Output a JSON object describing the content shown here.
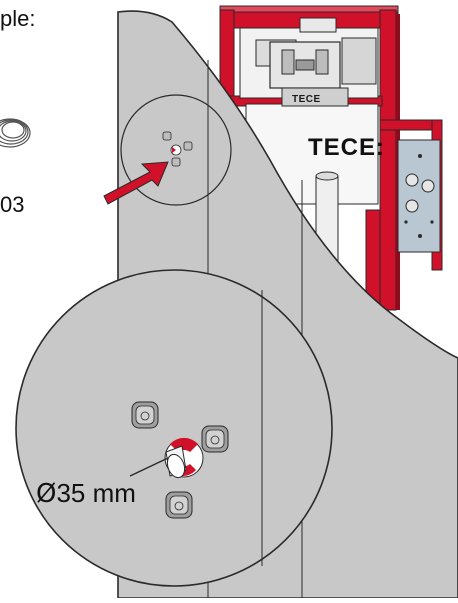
{
  "text": {
    "example_label": "ple:",
    "code_label": "03",
    "diameter_symbol": "Ø",
    "dimension_label": "35 mm",
    "brand_small": "TECE",
    "brand": "TECE:"
  },
  "colors": {
    "frame_red": "#d1102a",
    "wall_gray": "#c8c8c8",
    "wall_shadow": "#b3b3b3",
    "outline": "#2a2a2a",
    "arrow_red": "#d1102a",
    "plate_blue": "#b9c7d3"
  },
  "icons": {
    "arrow": "arrow-pointer-icon",
    "coil": "coil-icon"
  }
}
